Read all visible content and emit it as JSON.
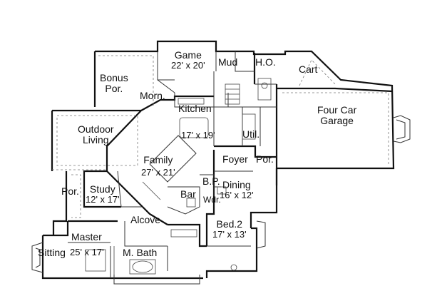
{
  "rooms": {
    "game": {
      "name": "Game",
      "dim": "22' x 20'"
    },
    "mud": {
      "name": "Mud"
    },
    "ho": {
      "name": "H.O."
    },
    "cart": {
      "name": "Cart"
    },
    "bonus_porch": {
      "name": "Bonus",
      "name2": "Por."
    },
    "morning": {
      "name": "Morn."
    },
    "kitchen": {
      "name": "Kitchen",
      "dim": "17' x 19'"
    },
    "utility": {
      "name": "Util."
    },
    "garage": {
      "name": "Four Car",
      "name2": "Garage"
    },
    "outdoor_living": {
      "name": "Outdoor",
      "name2": "Living"
    },
    "family": {
      "name": "Family",
      "dim": "27' x 21'"
    },
    "foyer": {
      "name": "Foyer"
    },
    "porch_front": {
      "name": "Por."
    },
    "bp": {
      "name": "B.P."
    },
    "dining": {
      "name": "Dining",
      "dim": "16' x 12'"
    },
    "bar": {
      "name": "Bar"
    },
    "wdr": {
      "name": "Wdr."
    },
    "porch_left": {
      "name": "Por."
    },
    "study": {
      "name": "Study",
      "dim": "12' x 17'"
    },
    "alcove": {
      "name": "Alcove"
    },
    "bed2": {
      "name": "Bed.2",
      "dim": "17' x 13'"
    },
    "master": {
      "name": "Master",
      "dim": "25' x 17'"
    },
    "sitting": {
      "name": "Sitting"
    },
    "mbath": {
      "name": "M. Bath"
    }
  }
}
